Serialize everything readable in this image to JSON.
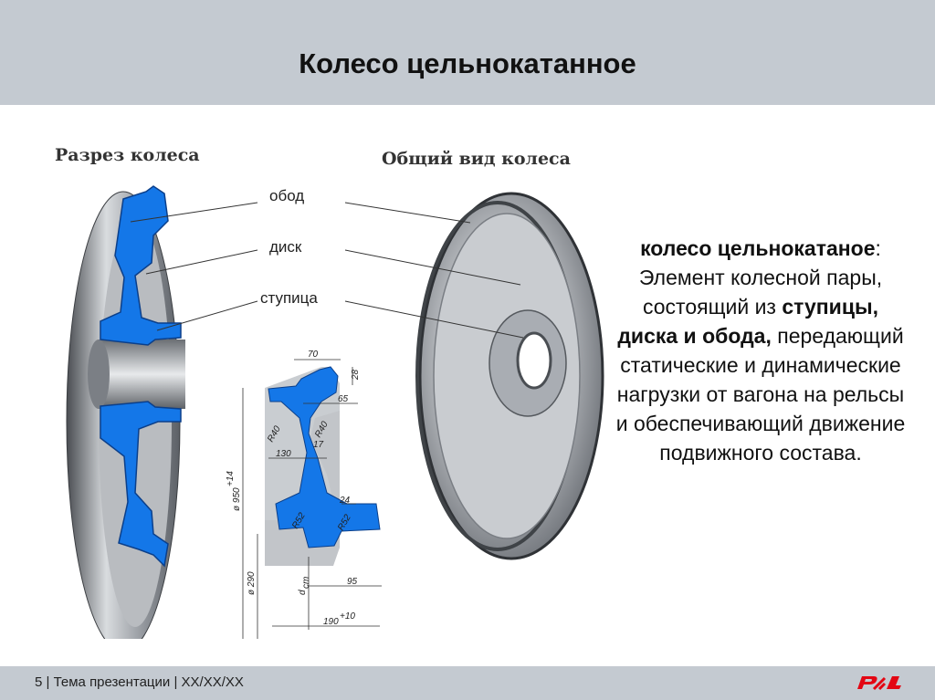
{
  "header": {
    "title": "Колесо цельнокатанное"
  },
  "figure": {
    "caption_left": "Разрез колеса",
    "caption_right": "Общий вид колеса",
    "labels": {
      "rim": "обод",
      "disc": "диск",
      "hub": "ступица"
    },
    "dimensions": {
      "d70": "70",
      "d28": "28",
      "d65": "65",
      "d17": "17",
      "d130": "130",
      "r40a": "R40",
      "r40b": "R40",
      "d24": "24",
      "r52a": "R52",
      "r52b": "R52",
      "d95": "95",
      "d950": "ø 950",
      "d950tol": "+14",
      "d290": "ø 290",
      "dst": "d",
      "dst_sub": "ст",
      "d190": "190",
      "d190tol": "+10"
    },
    "colors": {
      "section_blue": "#1477e8",
      "metal": "#a9adb3"
    }
  },
  "description": {
    "term": "колесо цельнокатаное",
    "colon": ":",
    "part1": " Элемент колесной пары, состоящий из",
    "parts": "ступицы, диска и обода,",
    "part2": " передающий статические и динамические нагрузки от вагона на рельсы и обеспечивающий движение подвижного состава."
  },
  "footer": {
    "page": "5",
    "sep1": " | ",
    "topic": "Тема презентации",
    "sep2": " | ",
    "date": "XX/XX/XX"
  },
  "logo": {
    "color": "#e30613"
  }
}
